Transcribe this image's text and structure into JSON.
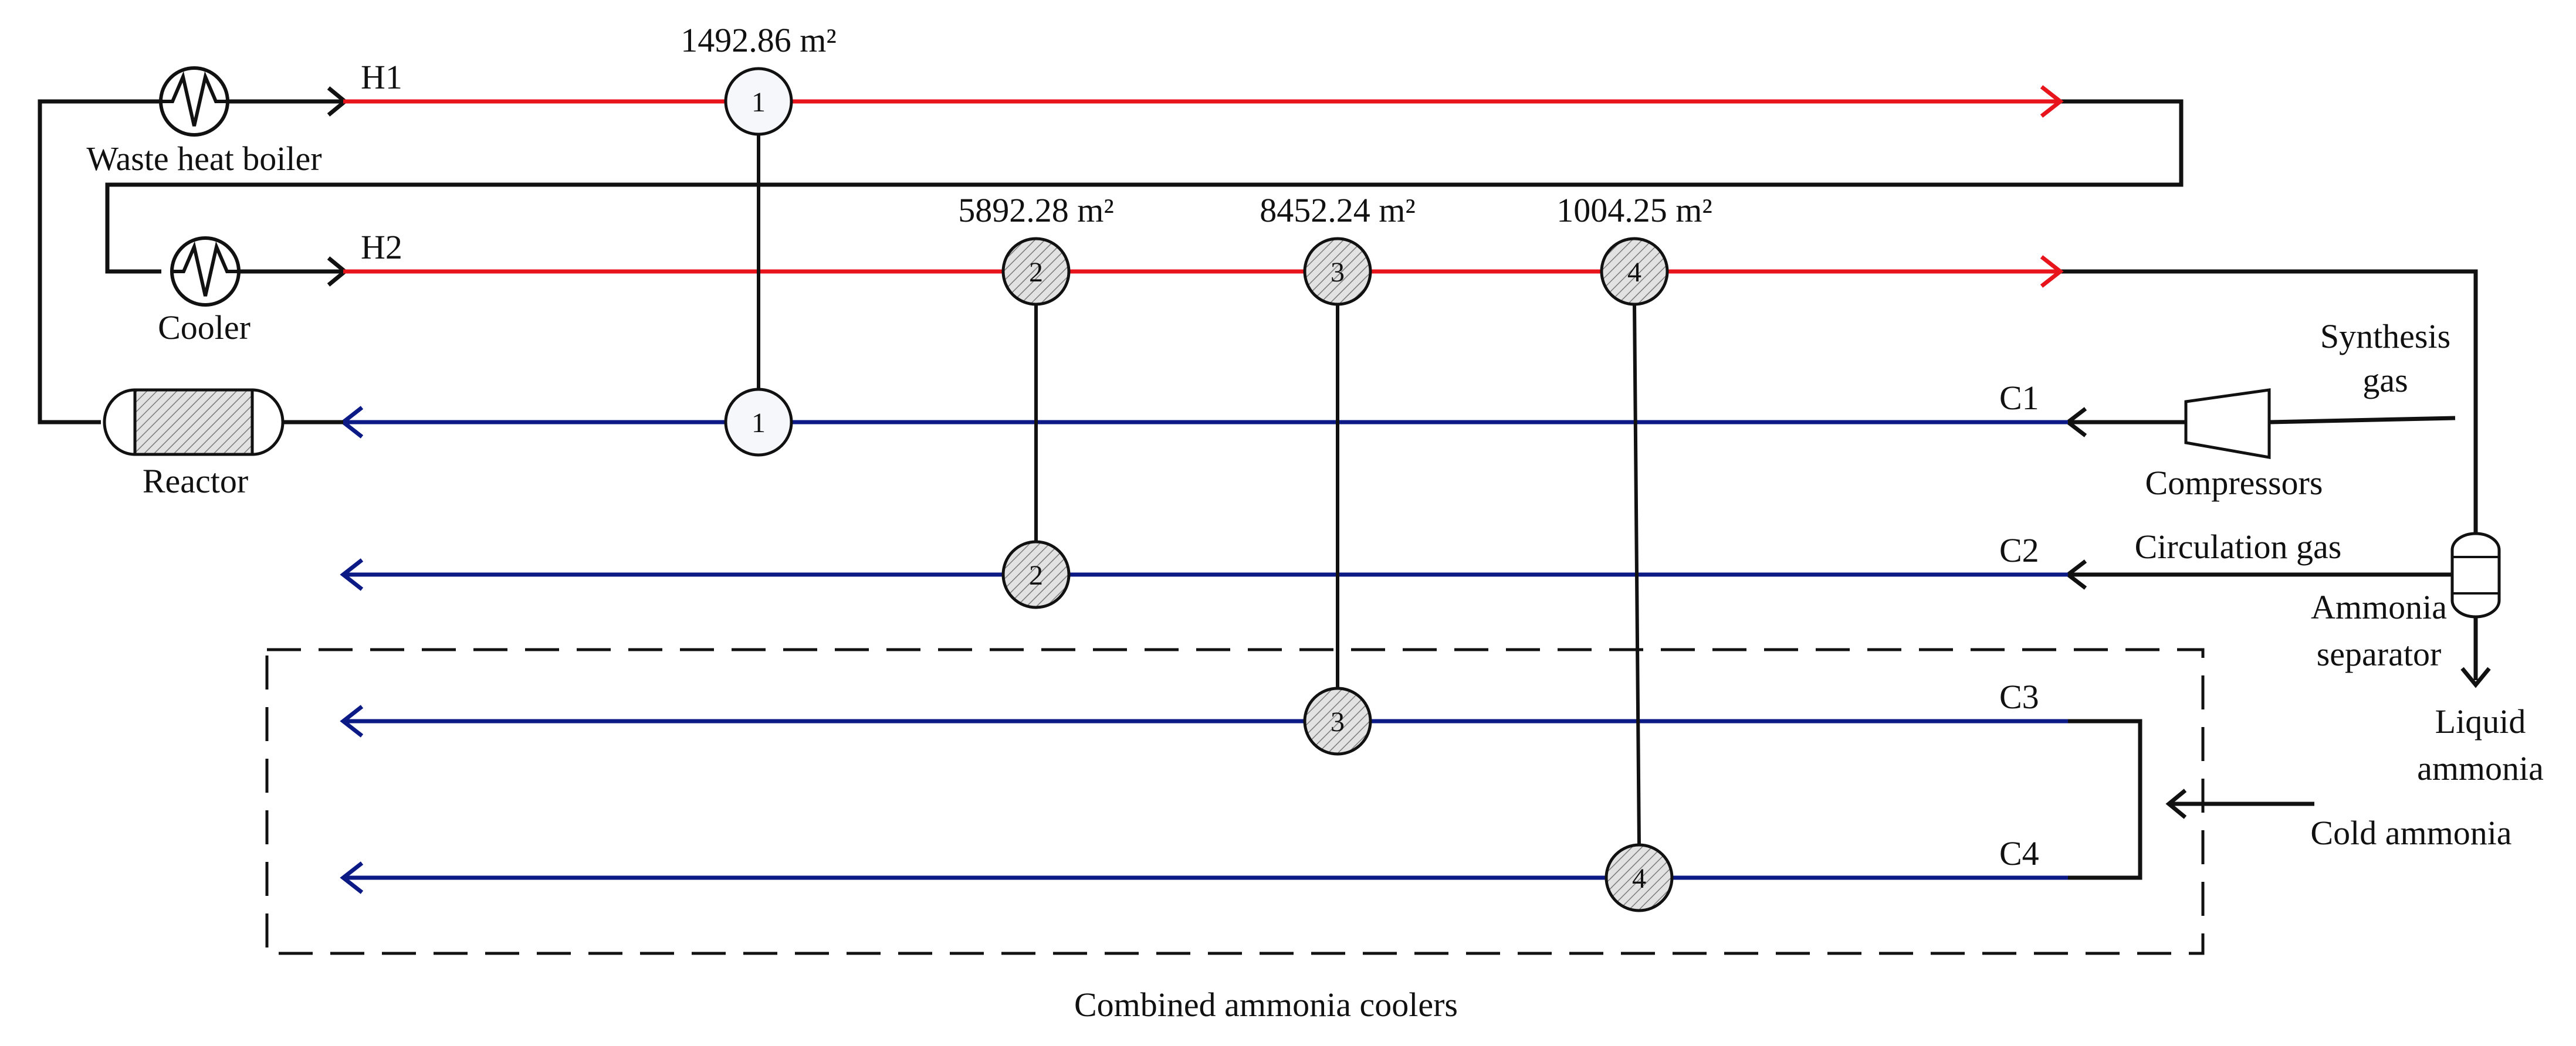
{
  "colors": {
    "hot": "#e8141c",
    "cold": "#0c1a86",
    "line": "#111111",
    "fill_plain": "#f6f7fb",
    "fill_hatched": "#dedede"
  },
  "streams": {
    "hot": [
      {
        "id": "H1",
        "label": "H1"
      },
      {
        "id": "H2",
        "label": "H2"
      }
    ],
    "cold": [
      {
        "id": "C1",
        "label": "C1"
      },
      {
        "id": "C2",
        "label": "C2"
      },
      {
        "id": "C3",
        "label": "C3"
      },
      {
        "id": "C4",
        "label": "C4"
      }
    ]
  },
  "exchangers": [
    {
      "num": "1",
      "hot": "H1",
      "cold": "C1",
      "area": "1492.86 m²",
      "hatched": false
    },
    {
      "num": "2",
      "hot": "H2",
      "cold": "C2",
      "area": "5892.28 m²",
      "hatched": true
    },
    {
      "num": "3",
      "hot": "H2",
      "cold": "C3",
      "area": "8452.24 m²",
      "hatched": true
    },
    {
      "num": "4",
      "hot": "H2",
      "cold": "C4",
      "area": "1004.25 m²",
      "hatched": true
    }
  ],
  "equipment": {
    "waste_heat_boiler": "Waste heat boiler",
    "cooler": "Cooler",
    "reactor": "Reactor",
    "compressors": "Compressors",
    "ammonia_separator": [
      "Ammonia",
      "separator"
    ]
  },
  "feeds": {
    "synthesis_gas": [
      "Synthesis",
      "gas"
    ],
    "circulation_gas": "Circulation gas",
    "liquid_ammonia": [
      "Liquid",
      "ammonia"
    ],
    "cold_ammonia": "Cold ammonia"
  },
  "group_label": "Combined ammonia coolers"
}
